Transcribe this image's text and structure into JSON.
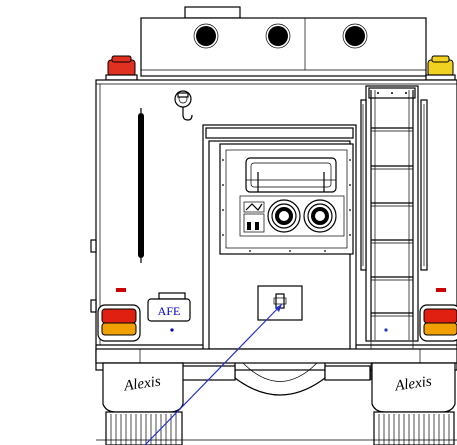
{
  "diagram": {
    "plate_label": "AFE",
    "mudflap_text_left": "Alexis",
    "mudflap_text_right": "Alexis",
    "colors": {
      "line": "#000000",
      "plate_text": "#0000cc",
      "pointer": "#2233cc",
      "beacon_left": "#e03020",
      "beacon_right": "#f0d020",
      "tail_red": "#e02010",
      "tail_amber": "#f0a000",
      "marker_red": "#cc0000"
    }
  }
}
